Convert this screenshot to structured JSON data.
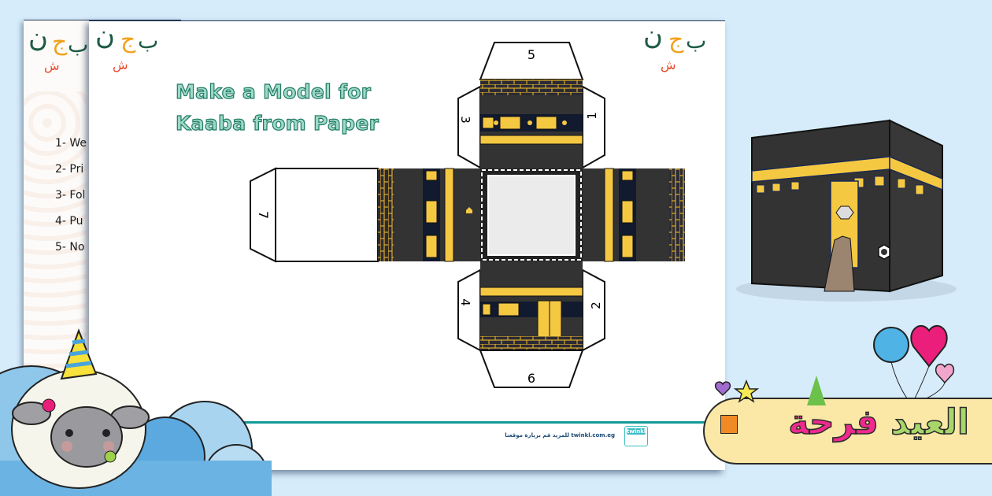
{
  "back_page": {
    "steps": [
      "1- We",
      "2- Pri",
      "3- Fol",
      "4- Pu",
      "5- No"
    ]
  },
  "front_page": {
    "title_line1": "Make a Model for",
    "title_line2": "Kaaba from Paper",
    "net_labels": {
      "top_tab": "5",
      "left_upper_tab": "3",
      "right_upper_tab": "1",
      "left_side_tab": "7",
      "left_lower_tab": "4",
      "right_lower_tab": "2",
      "bottom_tab": "6"
    },
    "footer": {
      "url_text": "للمزيد قم بزيارة موقعنا twinkl.com.eg",
      "logo_text": "twinkl",
      "accent_color": "#129a96"
    }
  },
  "banner": {
    "word1": "العيد",
    "word2": "فرحة"
  },
  "colors": {
    "background": "#d6ecfb",
    "kaaba_black": "#333333",
    "kaaba_gold": "#f5c842",
    "title_fill": "#9fd9c8",
    "title_stroke": "#1f7a62"
  }
}
